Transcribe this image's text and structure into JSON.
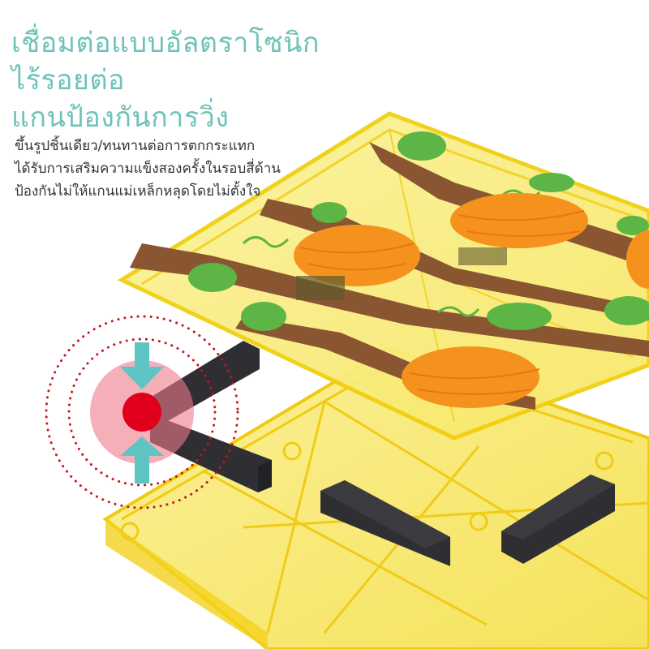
{
  "headline": {
    "line1": "เชื่อมต่อแบบอัลตราโซนิก",
    "line2": "ไร้รอยต่อ",
    "line3": "แกนป้องกันการวิ่ง"
  },
  "features": [
    "ขึ้นรูปชิ้นเดียว/ทนทานต่อการตกกระแทก",
    "ได้รับการเสริมความแข็งสองครั้งในรอบสี่ด้าน",
    "ป้องกันไม่ให้แกนแม่เหล็กหลุดโดยไม่ตั้งใจ"
  ],
  "illustration": {
    "subject": "magnetic-tile-exploded-view",
    "top_tile_pattern": "pumpkin-vine",
    "colors": {
      "heading": "#6fc2ba",
      "tile_yellow": "#f7e64a",
      "tile_edge": "#f0cf10",
      "magnet": "#2e2e30",
      "pumpkin": "#f5921e",
      "vine_branch": "#8a5632",
      "leaf": "#5cb544",
      "highlight_red": "#e0001b",
      "highlight_pink": "#f1a1ab",
      "arrow_teal": "#5fc4c4"
    }
  }
}
